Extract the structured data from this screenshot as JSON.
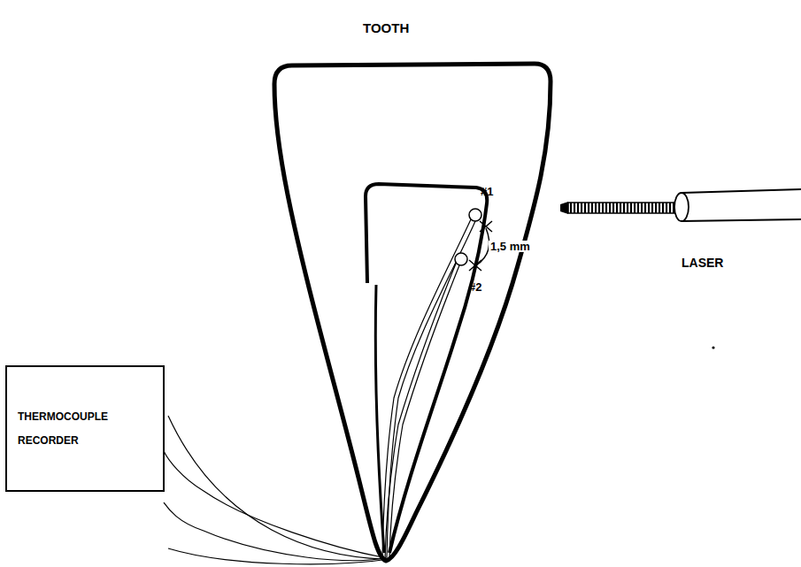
{
  "diagram": {
    "nodes": [
      {
        "text": [
          "THERMOCOUPLE RECORDER"
        ]
      }
    ],
    "labels": [
      "TOOTH",
      "#1",
      "1,5 mm",
      "#2",
      "LASER"
    ]
  }
}
